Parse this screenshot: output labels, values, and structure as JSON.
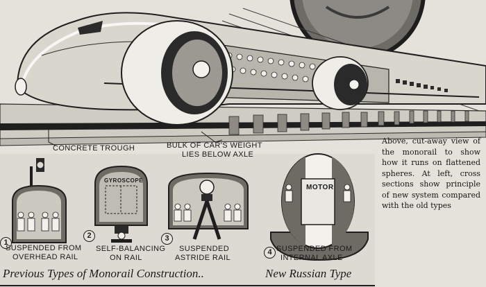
{
  "hero_labels": {
    "trough": "CONCRETE TROUGH",
    "weight_line1": "BULK OF CAR'S WEIGHT",
    "weight_line2": "LIES BELOW AXLE"
  },
  "diagrams": [
    {
      "number": "1",
      "line1": "SUSPENDED FROM",
      "line2": "OVERHEAD RAIL",
      "inner_label": ""
    },
    {
      "number": "2",
      "line1": "SELF-BALANCING",
      "line2": "ON RAIL",
      "inner_label": "GYROSCOPE"
    },
    {
      "number": "3",
      "line1": "SUSPENDED",
      "line2": "ASTRIDE RAIL",
      "inner_label": ""
    },
    {
      "number": "4",
      "line1": "SUSPENDED FROM",
      "line2": "INTERNAL AXLE",
      "inner_label": "MOTOR"
    }
  ],
  "captions": {
    "previous": "Previous Types of Monorail Construction..",
    "new": "New Russian Type"
  },
  "description": "Above, cut-away view of the monorail to show how it runs on flattened spheres. At left, cross sections show principle of new system compared with the old types"
}
